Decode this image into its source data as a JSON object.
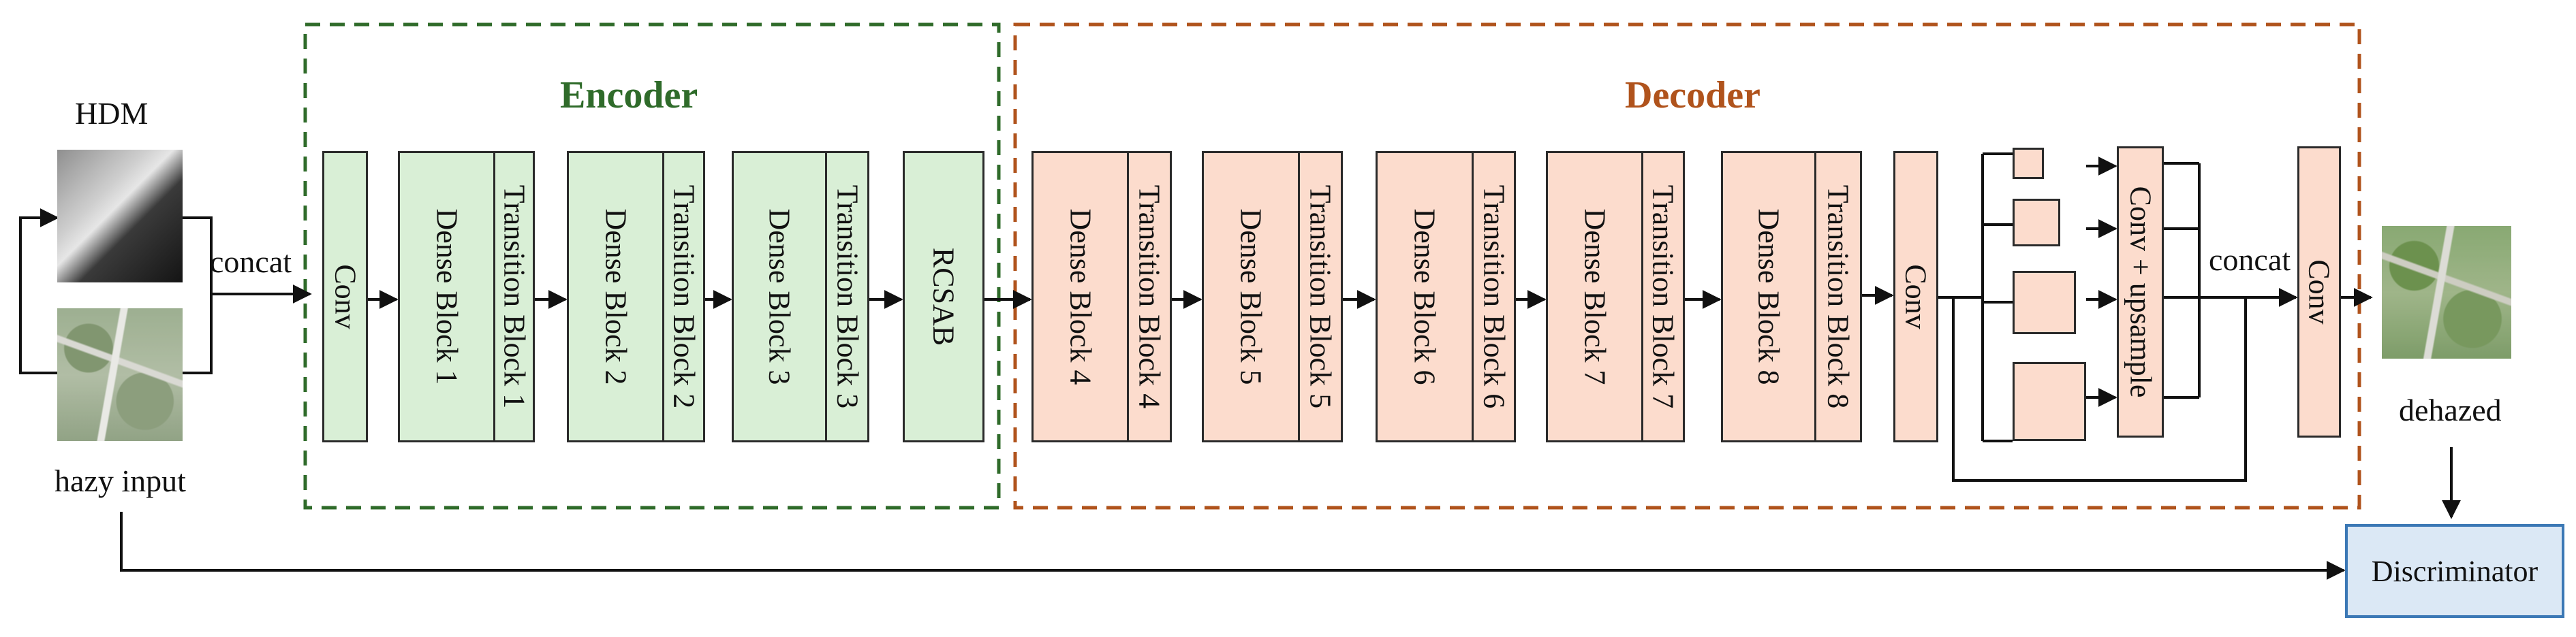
{
  "encoder": {
    "title": "Encoder",
    "blocks": [
      "Conv",
      "Dense Block 1",
      "Transition Block 1",
      "Dense Block 2",
      "Transition Block 2",
      "Dense Block 3",
      "Transition Block 3",
      "RCSAB"
    ]
  },
  "decoder": {
    "title": "Decoder",
    "blocks": [
      "Dense Block 4",
      "Transition Block 4",
      "Dense Block 5",
      "Transition Block 5",
      "Dense Block 6",
      "Transition Block 6",
      "Dense Block 7",
      "Transition Block 7",
      "Dense Block 8",
      "Transition Block 8",
      "Conv",
      "Conv + upsample",
      "Conv"
    ]
  },
  "labels": {
    "hdm": "HDM",
    "hazy_input": "hazy input",
    "concat_left": "concat",
    "concat_right": "concat",
    "dehazed": "dehazed",
    "discriminator": "Discriminator"
  },
  "colors": {
    "encoder_fill": "#d9efd6",
    "decoder_fill": "#fcdccd",
    "encoder_border": "#2f6b2a",
    "decoder_border": "#b0531c",
    "discriminator_fill": "#dbe8f5",
    "discriminator_border": "#3b78b5"
  }
}
